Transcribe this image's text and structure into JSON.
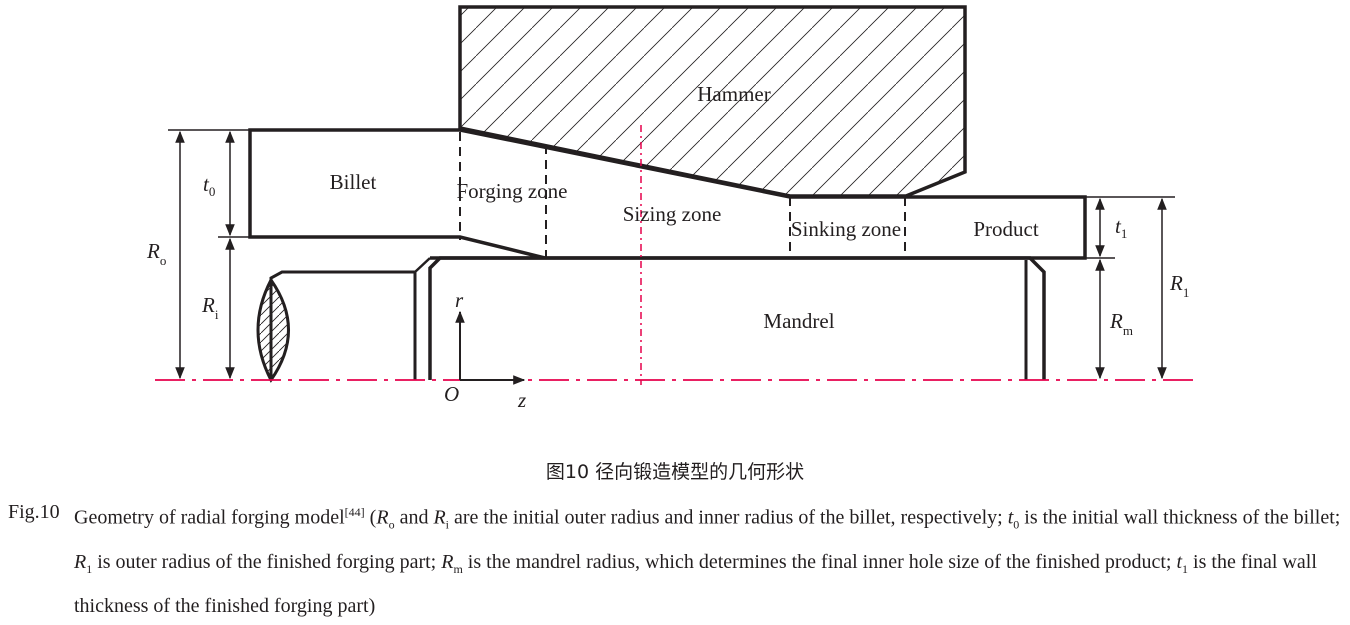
{
  "diagram": {
    "labels": {
      "hammer": "Hammer",
      "billet": "Billet",
      "forging_zone": "Forging zone",
      "sizing_zone": "Sizing zone",
      "sinking_zone": "Sinking zone",
      "product": "Product",
      "mandrel": "Mandrel"
    },
    "symbols": {
      "t0": {
        "base": "t",
        "sub": "0"
      },
      "Ro": {
        "base": "R",
        "sub": "o"
      },
      "Ri": {
        "base": "R",
        "sub": "i"
      },
      "t1": {
        "base": "t",
        "sub": "1"
      },
      "R1": {
        "base": "R",
        "sub": "1"
      },
      "Rm": {
        "base": "R",
        "sub": "m"
      },
      "r": "r",
      "O": "O",
      "z": "z"
    },
    "colors": {
      "line": "#231f20",
      "axis": "#e6004c",
      "hatch": "#231f20"
    }
  },
  "caption": {
    "zh": "图10  径向锻造模型的几何形状",
    "en_label": "Fig.10",
    "en_title": "Geometry of radial forging model",
    "en_ref": "[44]",
    "en_p1": " (",
    "en_p2": " and ",
    "en_p3": " are the initial outer radius and inner radius of the billet, respectively; ",
    "en_p4": " is the initial wall thickness of the billet; ",
    "en_p5": " is outer radius of the finished forging part; ",
    "en_p6": " is the mandrel radius, which determines the final inner hole size of the finished product; ",
    "en_p7": " is the final wall thickness of the finished forging part)"
  }
}
